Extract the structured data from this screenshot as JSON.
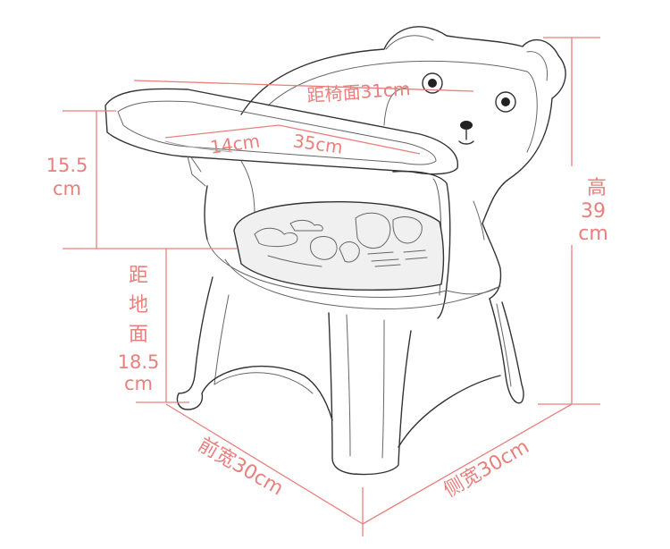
{
  "labels": {
    "seat_depth": "距椅面31cm",
    "tray_depth": "14cm",
    "tray_width": "35cm",
    "armrest_height_value": "15.5",
    "armrest_height_unit": "cm",
    "total_height_char": "高",
    "total_height_value": "39",
    "total_height_unit": "cm",
    "seat_height_char1": "距",
    "seat_height_char2": "地",
    "seat_height_char3": "面",
    "seat_height_value": "18.5",
    "seat_height_unit": "cm",
    "front_width": "前宽30cm",
    "side_width": "侧宽30cm"
  },
  "colors": {
    "dimension": "#e8807e",
    "ink": "#333333"
  }
}
